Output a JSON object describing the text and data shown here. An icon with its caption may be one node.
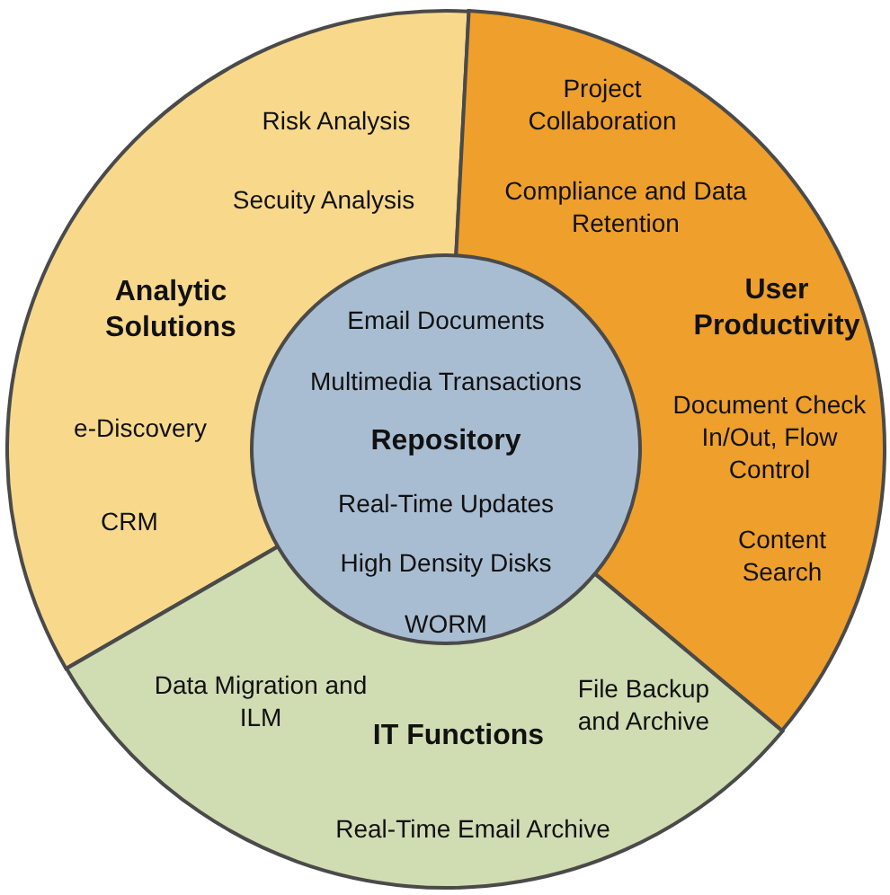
{
  "diagram": {
    "nodes": [
      {
        "text": [
          "Risk Analysis",
          "Secuity Analysis",
          "Analytic Solutions",
          "e-Discovery",
          "CRM"
        ]
      },
      {
        "text": [
          "Project Collaboration",
          "Compliance and Data Retention",
          "User Productivity",
          "Document Check In/Out, Flow Control",
          "Content Search"
        ]
      },
      {
        "text": [
          "Data Migration and ILM",
          "File Backup and Archive",
          "IT Functions",
          "Real-Time Email Archive"
        ]
      },
      {
        "text": [
          "Email Documents",
          "Multimedia Transactions",
          "Repository",
          "Real-Time Updates",
          "High Density Disks",
          "WORM"
        ]
      }
    ],
    "edges": []
  }
}
